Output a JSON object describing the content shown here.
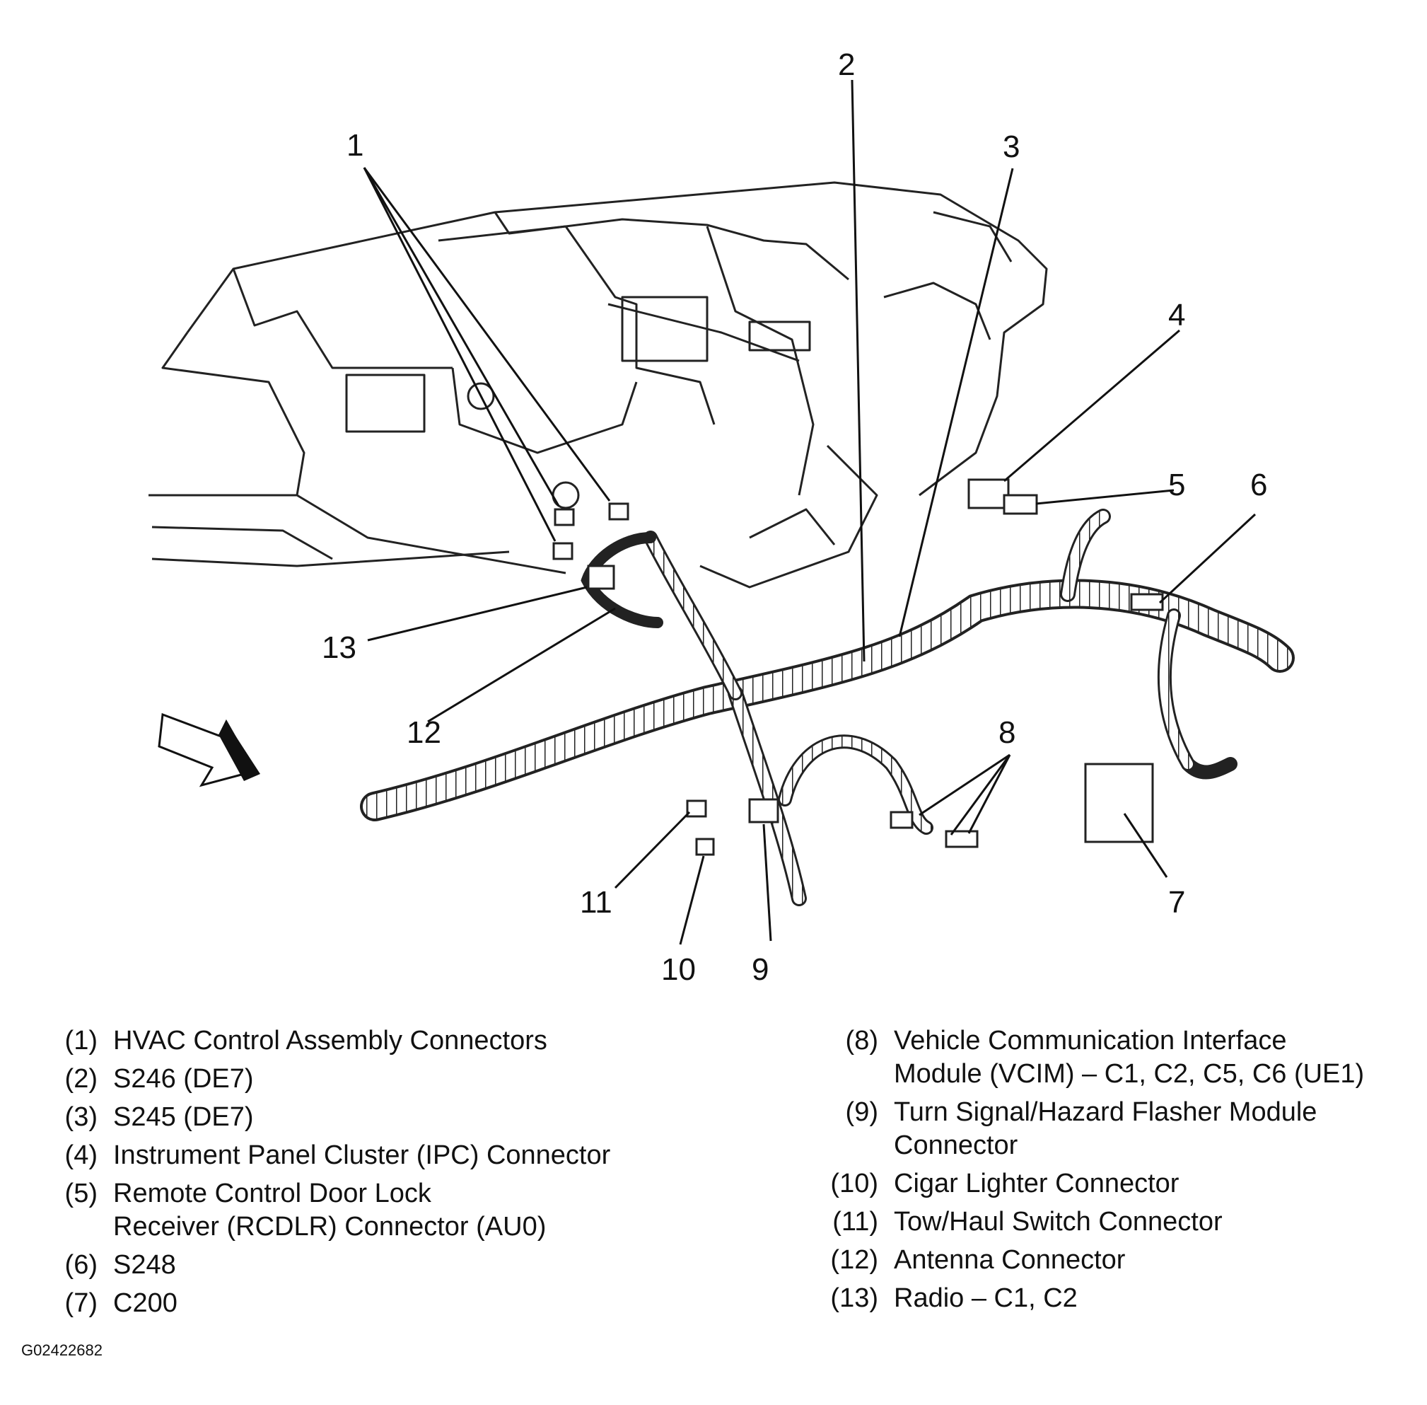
{
  "callout_numbers": [
    "1",
    "2",
    "3",
    "4",
    "5",
    "6",
    "7",
    "8",
    "9",
    "10",
    "11",
    "12",
    "13"
  ],
  "legend": {
    "left": [
      {
        "num": "(1)",
        "label": "HVAC Control Assembly Connectors"
      },
      {
        "num": "(2)",
        "label": "S246 (DE7)"
      },
      {
        "num": "(3)",
        "label": "S245 (DE7)"
      },
      {
        "num": "(4)",
        "label": "Instrument Panel Cluster (IPC) Connector"
      },
      {
        "num": "(5)",
        "label": "Remote Control Door Lock\nReceiver (RCDLR) Connector (AU0)"
      },
      {
        "num": "(6)",
        "label": "S248"
      },
      {
        "num": "(7)",
        "label": "C200"
      }
    ],
    "right": [
      {
        "num": "(8)",
        "label": "Vehicle Communication Interface\nModule (VCIM) – C1, C2, C5, C6 (UE1)"
      },
      {
        "num": "(9)",
        "label": "Turn Signal/Hazard Flasher Module\nConnector"
      },
      {
        "num": "(10)",
        "label": "Cigar Lighter Connector"
      },
      {
        "num": "(11)",
        "label": "Tow/Haul Switch Connector"
      },
      {
        "num": "(12)",
        "label": "Antenna Connector"
      },
      {
        "num": "(13)",
        "label": "Radio – C1, C2"
      }
    ]
  },
  "figure_id": "G02422682"
}
